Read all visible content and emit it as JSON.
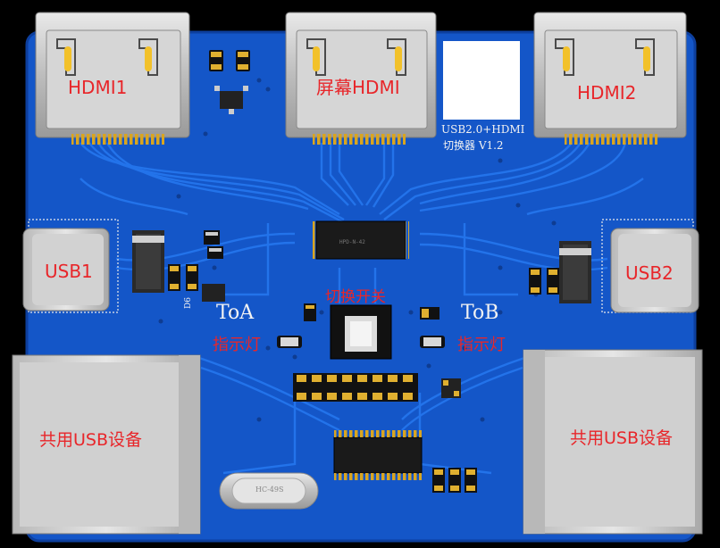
{
  "labels": {
    "hdmi1": "HDMI1",
    "screen_hdmi": "屏幕HDMI",
    "hdmi2": "HDMI2",
    "usb1": "USB1",
    "usb2": "USB2",
    "switch": "切换开关",
    "indicator_left": "指示灯",
    "indicator_right": "指示灯",
    "shared_usb_left": "共用USB设备",
    "shared_usb_right": "共用USB设备"
  },
  "silkscreen": {
    "board_line1": "USB2.0+HDMI",
    "board_line2": "切换器 V1.2",
    "to_a": "ToA",
    "to_b": "ToB",
    "d6": "D6",
    "crystal": "HC-49S"
  },
  "colors": {
    "board": "#1456c8",
    "board_edge": "#0d3f9e",
    "trace": "#1f6fe6",
    "label_red": "#e8262a",
    "metal": "#cfcfcf",
    "pad_gold": "#e0b030"
  }
}
